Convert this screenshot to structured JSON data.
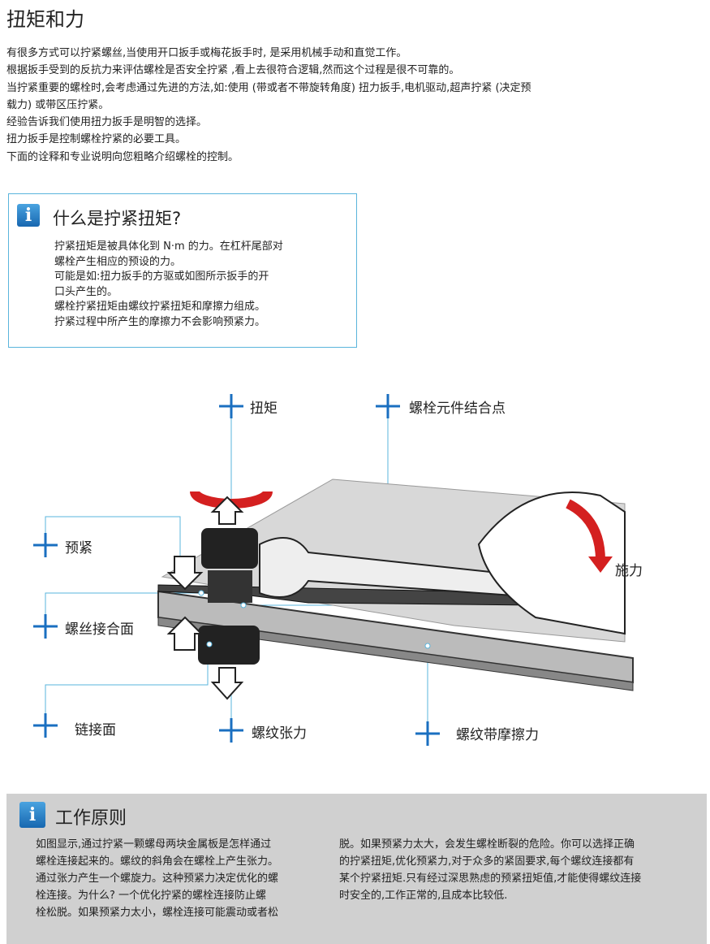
{
  "title": "扭矩和力",
  "intro": [
    "有很多方式可以拧紧螺丝,当使用开口扳手或梅花扳手时, 是采用机械手动和直觉工作。",
    "根据扳手受到的反抗力来评估螺栓是否安全拧紧 ,看上去很符合逻辑,然而这个过程是很不可靠的。",
    "当拧紧重要的螺栓时,会考虑通过先进的方法,如:使用 (带或者不带旋转角度) 扭力扳手,电机驱动,超声拧紧 (决定预",
    "载力) 或带区压拧紧。",
    "经验告诉我们使用扭力扳手是明智的选择。",
    "扭力扳手是控制螺栓拧紧的必要工具。",
    "下面的诠释和专业说明向您粗略介绍螺栓的控制。"
  ],
  "info": {
    "icon": "i",
    "heading": "什么是拧紧扭矩?",
    "lines": [
      "拧紧扭矩是被具体化到 N·m 的力。在杠杆尾部对",
      "螺栓产生相应的预设的力。",
      "可能是如:扭力扳手的方驱或如图所示扳手的开",
      "口头产生的。",
      "螺栓拧紧扭矩由螺纹拧紧扭矩和摩擦力组成。",
      "拧紧过程中所产生的摩擦力不会影响预紧力。"
    ]
  },
  "diagram": {
    "torque": "扭矩",
    "joint_point": "螺栓元件结合点",
    "preload": "预紧",
    "force": "施力",
    "thread_face": "螺丝接合面",
    "link_face": "链接面",
    "thread_tension": "螺纹张力",
    "thread_friction": "螺纹带摩擦力"
  },
  "principle": {
    "icon": "i",
    "heading": "工作原则",
    "left": [
      "如图显示,通过拧紧一颗螺母两块金属板是怎样通过",
      "螺栓连接起来的。螺纹的斜角会在螺栓上产生张力。",
      "通过张力产生一个螺旋力。这种预紧力决定优化的螺",
      "栓连接。为什么? 一个优化拧紧的螺栓连接防止螺",
      "栓松脱。如果预紧力太小，螺栓连接可能震动或者松"
    ],
    "right": [
      "脱。如果预紧力太大，会发生螺栓断裂的危险。你可以选择正确",
      "的拧紧扭矩,优化预紧力,对于众多的紧固要求,每个螺纹连接都有",
      "某个拧紧扭矩.只有经过深思熟虑的预紧扭矩值,才能使得螺纹连接",
      "时安全的,工作正常的,且成本比较低."
    ]
  },
  "colors": {
    "accent": "#1a6fc0",
    "arrow_red": "#d42020",
    "box_border": "#5ab4dc",
    "bottom_bg": "#d0d0d0"
  }
}
